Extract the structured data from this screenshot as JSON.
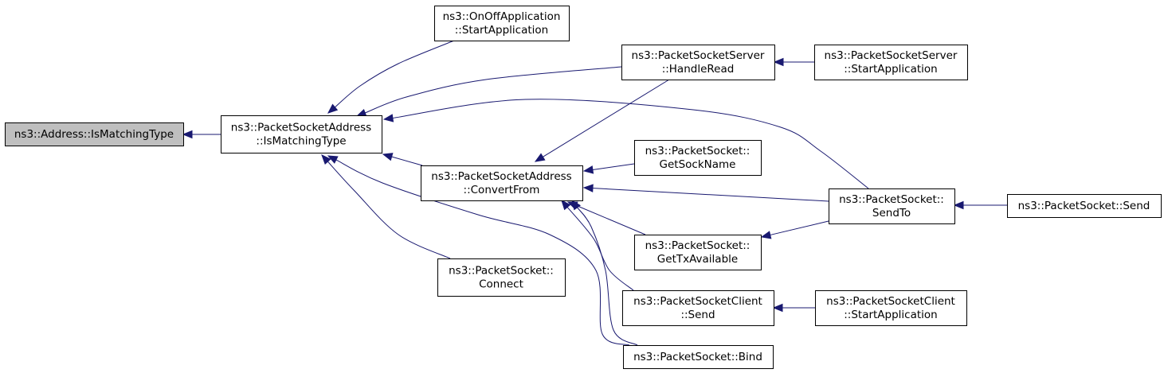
{
  "graph": {
    "nodes": [
      {
        "id": "n0",
        "lines": [
          "ns3::Address::IsMatchingType"
        ],
        "root": true
      },
      {
        "id": "n1",
        "lines": [
          "ns3::PacketSocketAddress",
          "::IsMatchingType"
        ]
      },
      {
        "id": "n2",
        "lines": [
          "ns3::OnOffApplication",
          "::StartApplication"
        ]
      },
      {
        "id": "n3",
        "lines": [
          "ns3::PacketSocketServer",
          "::HandleRead"
        ]
      },
      {
        "id": "n4",
        "lines": [
          "ns3::PacketSocketServer",
          "::StartApplication"
        ]
      },
      {
        "id": "n5",
        "lines": [
          "ns3::PacketSocketAddress",
          "::ConvertFrom"
        ]
      },
      {
        "id": "n6",
        "lines": [
          "ns3::PacketSocket::",
          "GetSockName"
        ]
      },
      {
        "id": "n7",
        "lines": [
          "ns3::PacketSocket::",
          "SendTo"
        ]
      },
      {
        "id": "n8",
        "lines": [
          "ns3::PacketSocket::Send"
        ]
      },
      {
        "id": "n9",
        "lines": [
          "ns3::PacketSocket::",
          "GetTxAvailable"
        ]
      },
      {
        "id": "n10",
        "lines": [
          "ns3::PacketSocket::",
          "Connect"
        ]
      },
      {
        "id": "n11",
        "lines": [
          "ns3::PacketSocketClient",
          "::Send"
        ]
      },
      {
        "id": "n12",
        "lines": [
          "ns3::PacketSocketClient",
          "::StartApplication"
        ]
      },
      {
        "id": "n13",
        "lines": [
          "ns3::PacketSocket::Bind"
        ]
      }
    ],
    "edges": [
      {
        "from": "n1",
        "to": "n0"
      },
      {
        "from": "n2",
        "to": "n1"
      },
      {
        "from": "n3",
        "to": "n1"
      },
      {
        "from": "n7",
        "to": "n1"
      },
      {
        "from": "n5",
        "to": "n1"
      },
      {
        "from": "n10",
        "to": "n1"
      },
      {
        "from": "n13",
        "to": "n1"
      },
      {
        "from": "n4",
        "to": "n3"
      },
      {
        "from": "n3",
        "to": "n5"
      },
      {
        "from": "n6",
        "to": "n5"
      },
      {
        "from": "n7",
        "to": "n5"
      },
      {
        "from": "n9",
        "to": "n5"
      },
      {
        "from": "n11",
        "to": "n5"
      },
      {
        "from": "n13",
        "to": "n5"
      },
      {
        "from": "n8",
        "to": "n7"
      },
      {
        "from": "n7",
        "to": "n9"
      },
      {
        "from": "n12",
        "to": "n11"
      }
    ]
  }
}
